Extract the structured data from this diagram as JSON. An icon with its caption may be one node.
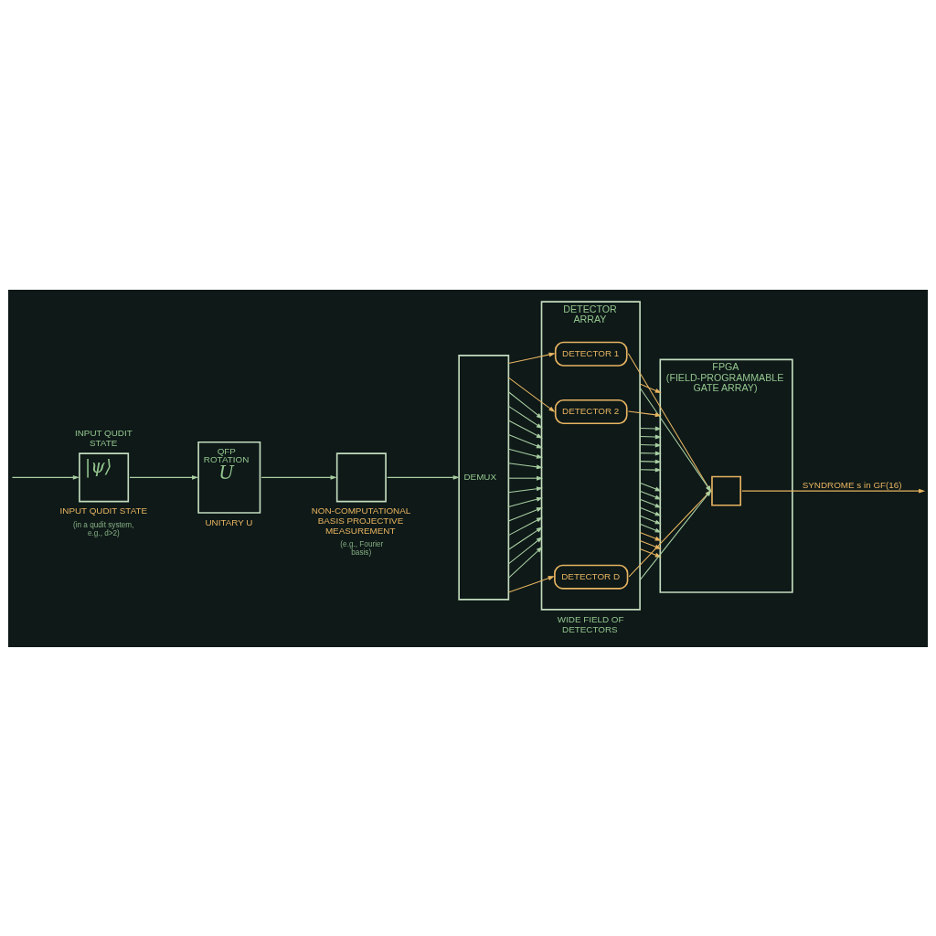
{
  "diagram": {
    "nodes": [
      {
        "text": [
          "INPUT QUDIT STATE",
          "|ψ⟩"
        ],
        "beside": [
          "INPUT QUDIT STATE",
          "(in a qudit system, e.g., d>2)"
        ]
      },
      {
        "text": [
          "QFP ROTATION",
          "U"
        ],
        "beside": [
          "UNITARY U"
        ]
      },
      {
        "text": [],
        "shape": "box",
        "beside": [
          "NON-COMPUTATIONAL BASIS PROJECTIVE MEASUREMENT",
          "(e.g., Fourier basis)"
        ]
      },
      {
        "text": [
          "DEMUX"
        ]
      },
      {
        "text": [
          "DETECTOR ARRAY"
        ],
        "beside": [
          "WIDE FIELD OF DETECTORS"
        ]
      },
      {
        "text": [
          "DETECTOR 1"
        ],
        "in": 4
      },
      {
        "text": [
          "DETECTOR 2"
        ],
        "in": 4
      },
      {
        "text": [
          "DETECTOR D"
        ],
        "in": 4
      },
      {
        "text": [
          "FPGA (FIELD-PROGRAMMABLE GATE ARRAY)"
        ]
      },
      {
        "text": [],
        "shape": "box",
        "in": 8
      }
    ],
    "edges": [
      {
        "from": null,
        "to": 0,
        "arrow": "to"
      },
      {
        "from": 0,
        "to": 1,
        "arrow": "to"
      },
      {
        "from": 1,
        "to": 2,
        "arrow": "to"
      },
      {
        "from": 2,
        "to": 3,
        "arrow": "to"
      },
      {
        "from": 3,
        "to": 5,
        "arrow": "to",
        "color": "#e7b461"
      },
      {
        "from": 3,
        "to": 6,
        "arrow": "to",
        "color": "#e7b461"
      },
      {
        "from": 3,
        "to": 4,
        "arrow": "to"
      },
      {
        "from": 3,
        "to": 4,
        "arrow": "to"
      },
      {
        "from": 3,
        "to": 4,
        "arrow": "to"
      },
      {
        "from": 3,
        "to": 4,
        "arrow": "to"
      },
      {
        "from": 3,
        "to": 4,
        "arrow": "to"
      },
      {
        "from": 3,
        "to": 4,
        "arrow": "to"
      },
      {
        "from": 3,
        "to": 4,
        "arrow": "to"
      },
      {
        "from": 3,
        "to": 4,
        "arrow": "to"
      },
      {
        "from": 3,
        "to": 4,
        "arrow": "to"
      },
      {
        "from": 3,
        "to": 4,
        "arrow": "to"
      },
      {
        "from": 3,
        "to": 4,
        "arrow": "to"
      },
      {
        "from": 3,
        "to": 4,
        "arrow": "to"
      },
      {
        "from": 3,
        "to": 4,
        "arrow": "to"
      },
      {
        "from": 3,
        "to": 4,
        "arrow": "to"
      },
      {
        "from": 3,
        "to": 7,
        "arrow": "to",
        "color": "#e7b461"
      },
      {
        "from": 5,
        "to": 9,
        "arrow": "to",
        "color": "#e7b461"
      },
      {
        "from": 4,
        "to": 9,
        "arrow": "to"
      },
      {
        "from": 4,
        "to": 8,
        "arrow": "to",
        "color": "#e7b461"
      },
      {
        "from": 6,
        "to": 8,
        "arrow": "to",
        "color": "#e7b461"
      },
      {
        "from": 4,
        "to": 8,
        "arrow": "to"
      },
      {
        "from": 4,
        "to": 8,
        "arrow": "to"
      },
      {
        "from": 4,
        "to": 8,
        "arrow": "to"
      },
      {
        "from": 4,
        "to": 8,
        "arrow": "to"
      },
      {
        "from": 4,
        "to": 8,
        "arrow": "to"
      },
      {
        "from": 4,
        "to": 8,
        "arrow": "to"
      },
      {
        "from": 4,
        "to": 8,
        "arrow": "to"
      },
      {
        "from": 4,
        "to": 8,
        "arrow": "to"
      },
      {
        "from": 4,
        "to": 8,
        "arrow": "to"
      },
      {
        "from": 4,
        "to": 8,
        "arrow": "to"
      },
      {
        "from": 4,
        "to": 8,
        "arrow": "to"
      },
      {
        "from": 4,
        "to": 8,
        "arrow": "to"
      },
      {
        "from": 4,
        "to": 8,
        "arrow": "to",
        "color": "#e7b461"
      },
      {
        "from": 4,
        "to": 8,
        "arrow": "to",
        "color": "#e7b461"
      },
      {
        "from": 4,
        "to": 8,
        "arrow": "to",
        "color": "#e7b461"
      },
      {
        "from": 7,
        "to": 9,
        "arrow": "to",
        "color": "#e7b461"
      },
      {
        "from": 4,
        "to": 9,
        "arrow": "to"
      },
      {
        "from": 9,
        "to": null,
        "arrow": "to",
        "label": "SYNDROME s in GF(16)",
        "color": "#e7b461"
      }
    ]
  }
}
